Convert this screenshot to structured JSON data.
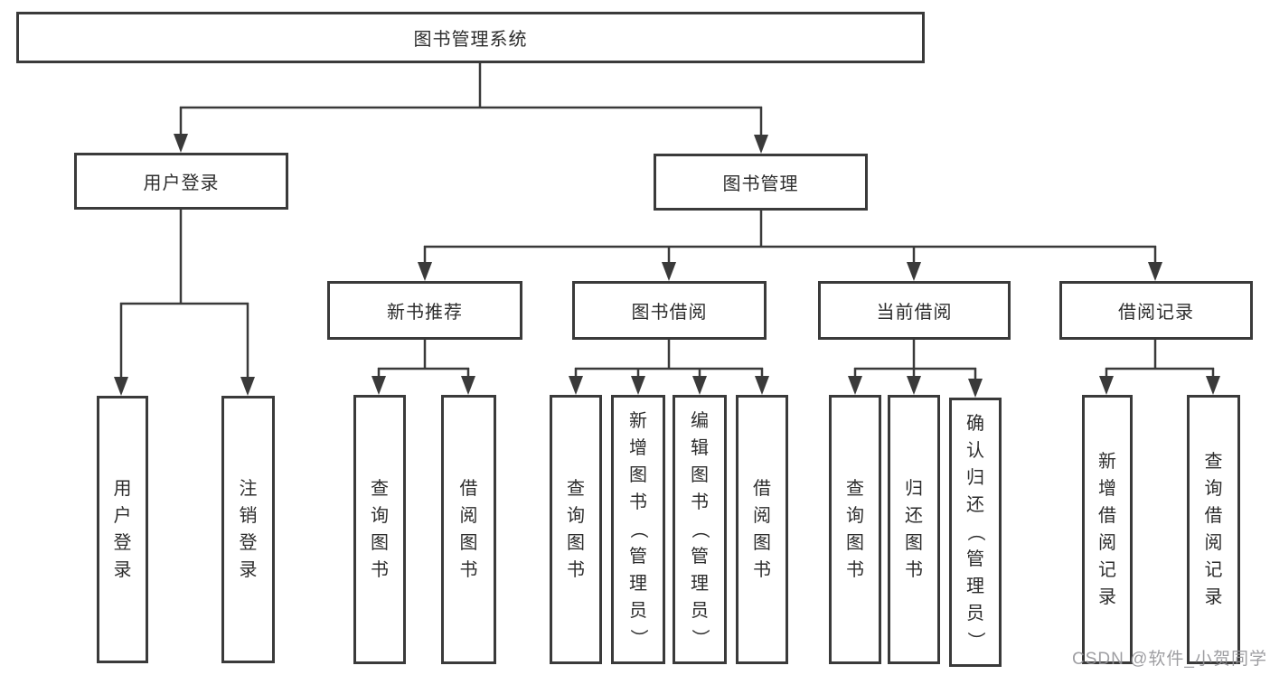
{
  "diagram": {
    "title": "图书管理系统",
    "branches": [
      {
        "label": "用户登录",
        "children": [
          {
            "label": "用户登录"
          },
          {
            "label": "注销登录"
          }
        ]
      },
      {
        "label": "图书管理",
        "children": [
          {
            "label": "新书推荐",
            "children": [
              {
                "label": "查询图书"
              },
              {
                "label": "借阅图书"
              }
            ]
          },
          {
            "label": "图书借阅",
            "children": [
              {
                "label": "查询图书"
              },
              {
                "label": "新增图书（管理员）"
              },
              {
                "label": "编辑图书（管理员）"
              },
              {
                "label": "借阅图书"
              }
            ]
          },
          {
            "label": "当前借阅",
            "children": [
              {
                "label": "查询图书"
              },
              {
                "label": "归还图书"
              },
              {
                "label": "确认归还（管理员）"
              }
            ]
          },
          {
            "label": "借阅记录",
            "children": [
              {
                "label": "新增借阅记录"
              },
              {
                "label": "查询借阅记录"
              }
            ]
          }
        ]
      }
    ]
  },
  "watermark": "CSDN @软件_小贺同学",
  "colors": {
    "line": "#3a3a3a",
    "box_border": "#3a3a3a",
    "text": "#2d2d2d",
    "watermark": "#949498",
    "background": "#ffffff"
  }
}
